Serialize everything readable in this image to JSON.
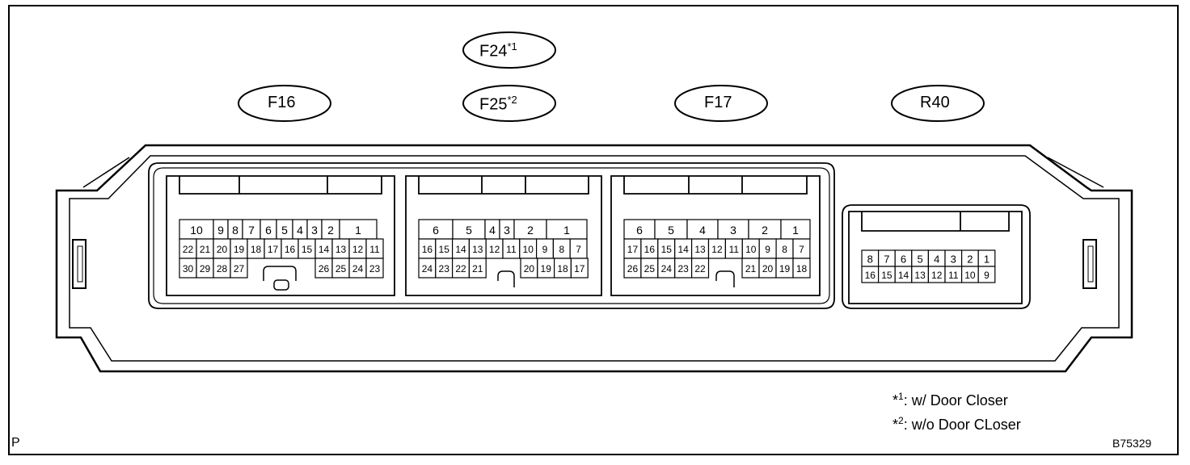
{
  "connectors": [
    {
      "id": "F16",
      "label": "F16"
    },
    {
      "id": "F24",
      "label": "F24",
      "note": "*1"
    },
    {
      "id": "F25",
      "label": "F25",
      "note": "*2"
    },
    {
      "id": "F17",
      "label": "F17"
    },
    {
      "id": "R40",
      "label": "R40"
    }
  ],
  "pinouts": {
    "F16": {
      "row1": [
        "10",
        "9",
        "8",
        "7",
        "6",
        "5",
        "4",
        "3",
        "2",
        "1"
      ],
      "row2": [
        "22",
        "21",
        "20",
        "19",
        "18",
        "17",
        "16",
        "15",
        "14",
        "13",
        "12",
        "11"
      ],
      "row3_left": [
        "30",
        "29",
        "28",
        "27"
      ],
      "row3_right": [
        "26",
        "25",
        "24",
        "23"
      ]
    },
    "F24_F25": {
      "row1": [
        "6",
        "5",
        "4",
        "3",
        "2",
        "1"
      ],
      "row2": [
        "16",
        "15",
        "14",
        "13",
        "12",
        "11",
        "10",
        "9",
        "8",
        "7"
      ],
      "row3_left": [
        "24",
        "23",
        "22",
        "21"
      ],
      "row3_right": [
        "20",
        "19",
        "18",
        "17"
      ]
    },
    "F17": {
      "row1": [
        "6",
        "5",
        "4",
        "3",
        "2",
        "1"
      ],
      "row2": [
        "17",
        "16",
        "15",
        "14",
        "13",
        "12",
        "11",
        "10",
        "9",
        "8",
        "7"
      ],
      "row3_left": [
        "26",
        "25",
        "24",
        "23",
        "22"
      ],
      "row3_right": [
        "21",
        "20",
        "19",
        "18"
      ]
    },
    "R40": {
      "row1": [
        "8",
        "7",
        "6",
        "5",
        "4",
        "3",
        "2",
        "1"
      ],
      "row2": [
        "16",
        "15",
        "14",
        "13",
        "12",
        "11",
        "10",
        "9"
      ]
    }
  },
  "legend": [
    {
      "mark": "*",
      "sup": "1",
      "text": ": w/ Door Closer"
    },
    {
      "mark": "*",
      "sup": "2",
      "text": ": w/o Door CLoser"
    }
  ],
  "corner_left": "P",
  "figure_code": "B75329"
}
